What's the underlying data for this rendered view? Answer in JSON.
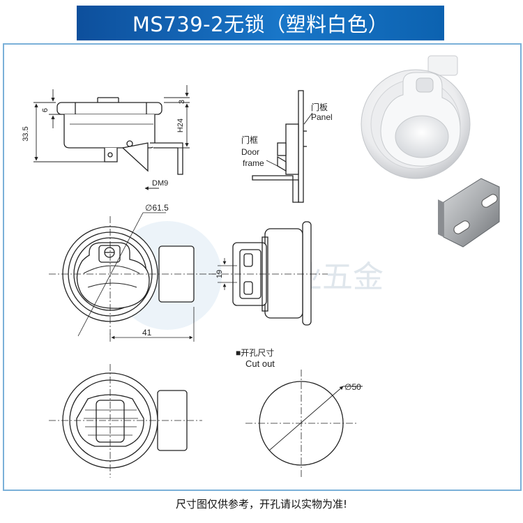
{
  "title": "MS739-2无锁（塑料白色）",
  "labels": {
    "panel_cn": "门板",
    "panel_en": "Panel",
    "door_cn": "门框",
    "door_en_1": "Door",
    "door_en_2": "frame",
    "cutout_cn": "■开孔尺寸",
    "cutout_en": "Cut out",
    "watermark": "工业五金"
  },
  "dimensions": {
    "d6": "6",
    "d33_5": "33.5",
    "d3": "3",
    "h24": "H24",
    "dm9": "DM9",
    "dia61_5": "∅61.5",
    "d19": "19",
    "d41": "41",
    "dia50": "∅50"
  },
  "footer": "尺寸图仅供参考，开孔请以实物为准!"
}
